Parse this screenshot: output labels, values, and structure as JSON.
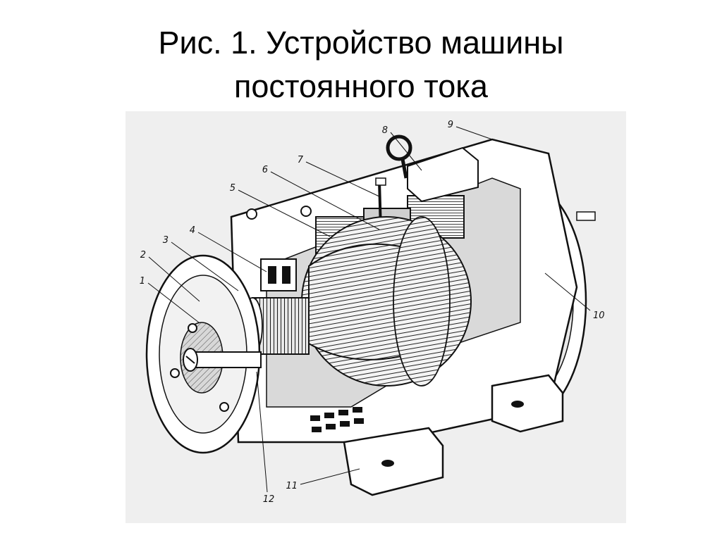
{
  "title": {
    "line1": "Рис. 1. Устройство машины",
    "line2": "постоянного тока"
  },
  "callouts": [
    "1",
    "2",
    "3",
    "4",
    "5",
    "6",
    "7",
    "8",
    "9",
    "10",
    "11",
    "12"
  ],
  "colors": {
    "background": "#ffffff",
    "paper": "#efefef",
    "ink": "#111111",
    "shade": "#bdbdbd"
  }
}
